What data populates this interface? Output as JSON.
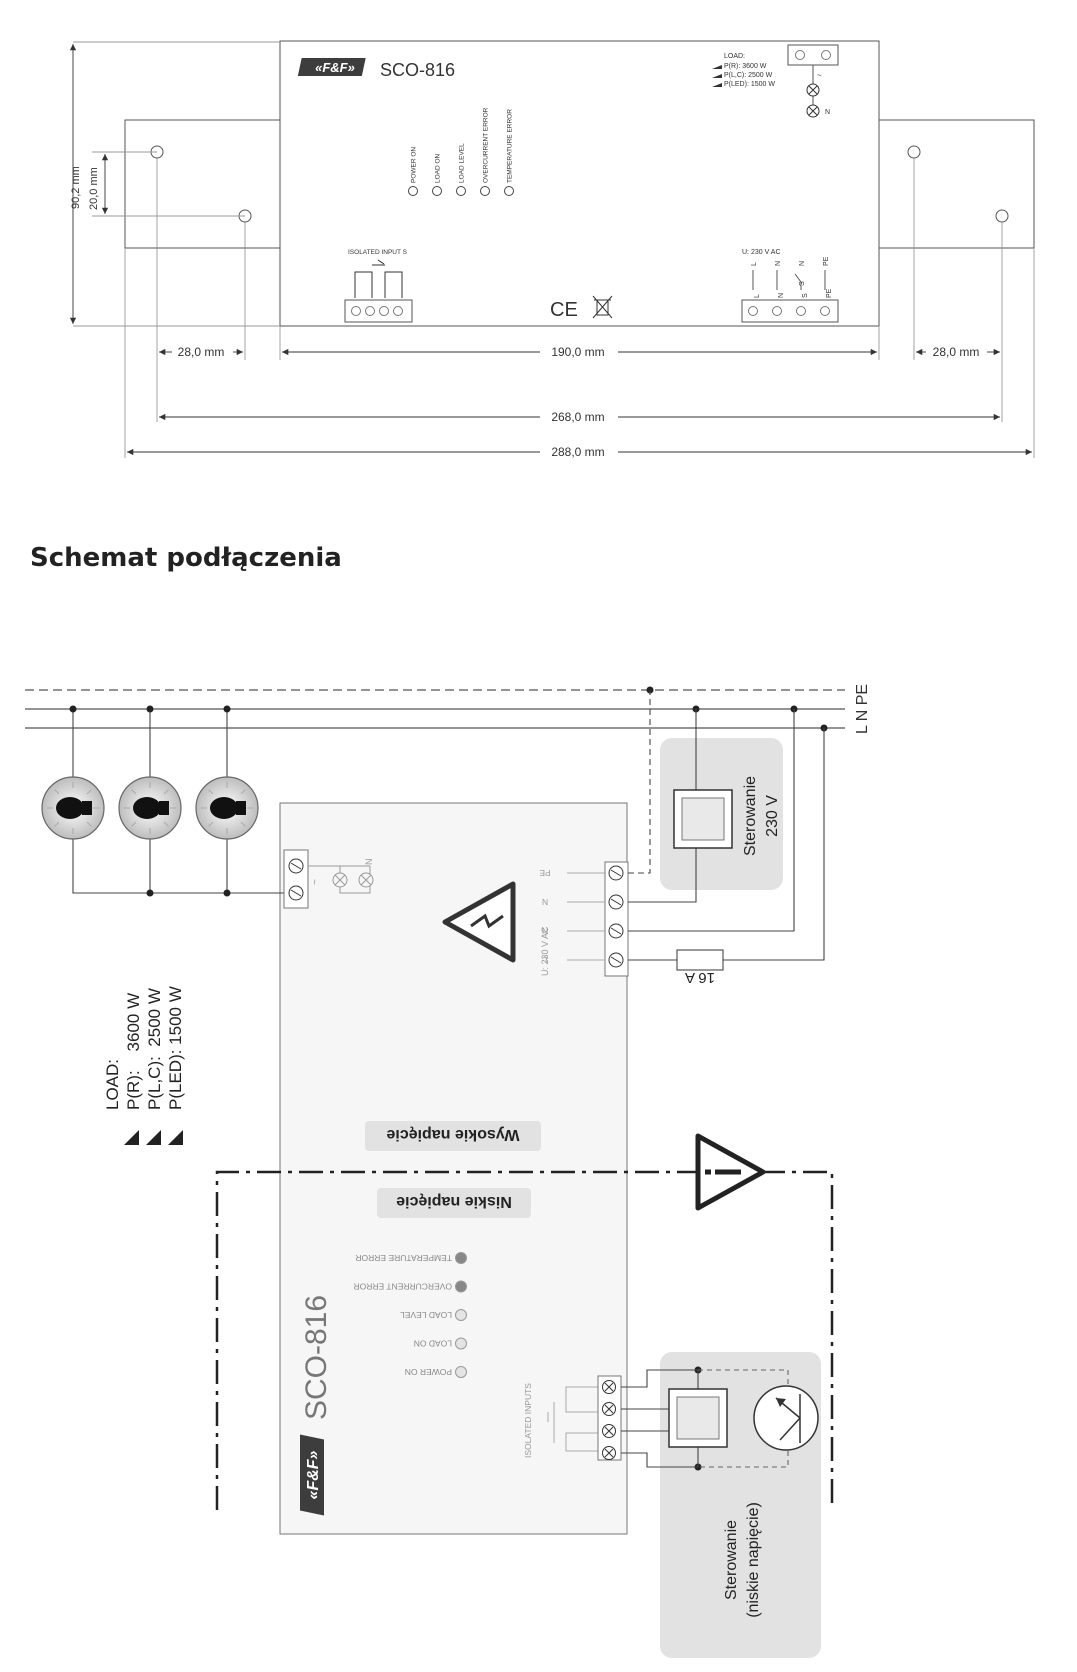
{
  "top_drawing": {
    "brand": "«F&F»",
    "model": "SCO-816",
    "led_labels": [
      "POWER ON",
      "LOAD ON",
      "LOAD LEVEL",
      "OVERCURRENT ERROR",
      "TEMPERATURE ERROR"
    ],
    "load_block": {
      "title": "LOAD:",
      "lines": [
        "P(R): 3600 W",
        "P(L,C): 2500 W",
        "P(LED): 1500 W"
      ],
      "neutral": "N",
      "tilde": "~"
    },
    "isolated_input_label": "ISOLATED INPUT S",
    "supply_label": "U: 230 V AC",
    "supply_terminals": [
      "L",
      "N",
      "S",
      "N",
      "PE"
    ],
    "supply_bottom_letters": [
      "L",
      "N",
      "S",
      "PE"
    ],
    "ce_mark": "CE",
    "dims": {
      "height_total": "90,2 mm",
      "hole_spacing": "20,0 mm",
      "tab_left": "28,0 mm",
      "body_width": "190,0 mm",
      "tab_right": "28,0 mm",
      "hole_to_hole": "268,0 mm",
      "overall": "288,0 mm"
    }
  },
  "section_title": "Schemat podłączenia",
  "wiring": {
    "bus_labels": "L N PE",
    "control_230": [
      "Sterowanie",
      "230 V"
    ],
    "fuse": "16 A",
    "high_voltage": "Wysokie napięcie",
    "low_voltage": "Niskie napięcie",
    "module_leds": [
      "TEMPERATURE ERROR",
      "OVERCURRENT ERROR",
      "LOAD LEVEL",
      "LOAD ON",
      "POWER ON"
    ],
    "module_model": "SCO-816",
    "module_brand": "«F&F»",
    "supply_label": "U: 230 V AC",
    "supply_terms": [
      "PE",
      "N",
      "N",
      "L"
    ],
    "isolated_inputs": "ISOLATED INPUTS",
    "load_out": {
      "tilde": "~",
      "neutral": "N"
    },
    "load_spec": {
      "title": "LOAD:",
      "lines": [
        "P(R):    3600 W",
        "P(L,C):  2500 W",
        "P(LED): 1500 W"
      ]
    },
    "control_low": [
      "Sterowanie",
      "(niskie napięcie)"
    ]
  },
  "colors": {
    "line": "#3a3a3a",
    "panel": "#e2e2e2",
    "module_bg": "#f6f6f6",
    "brand_bg": "#3d3d3d"
  }
}
